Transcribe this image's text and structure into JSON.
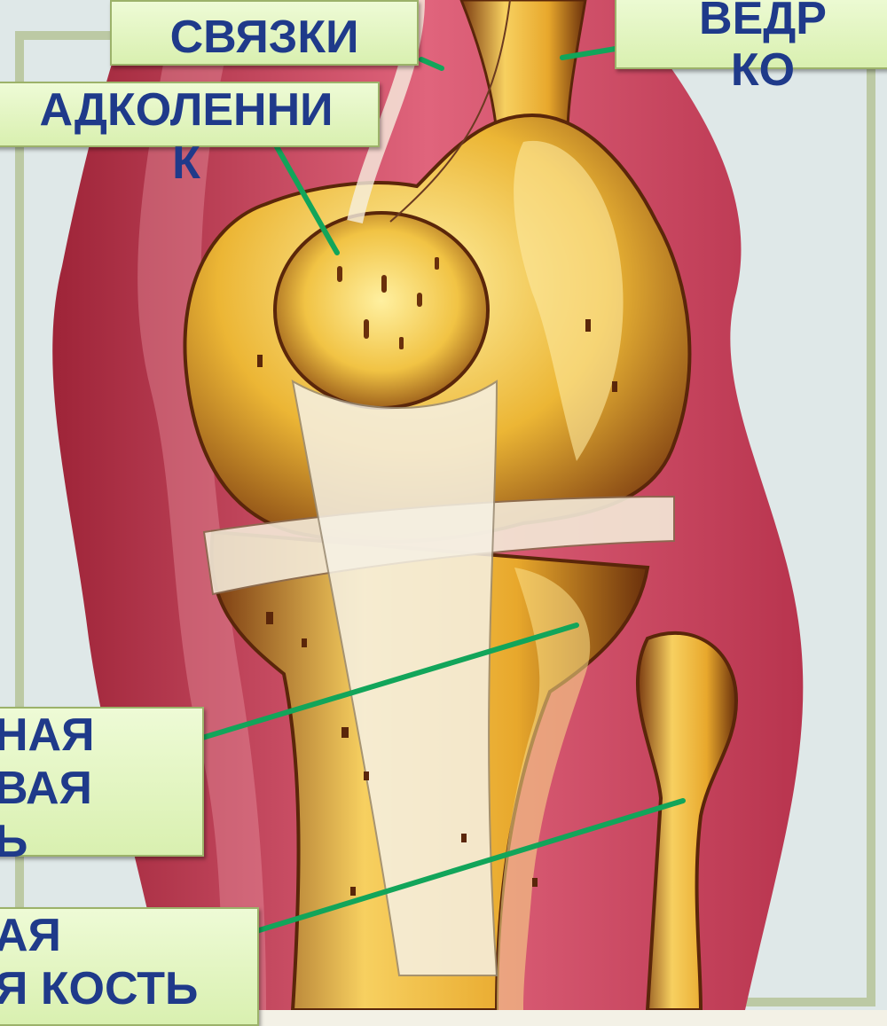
{
  "labels": {
    "ligaments": {
      "line1": "СВЯЗКИ"
    },
    "femur": {
      "line1": "ВЕДР",
      "line2": "КО"
    },
    "patella": {
      "line1": "АДКОЛЕННИ",
      "line2": "К"
    },
    "tibia": {
      "line1": "НАЯ",
      "line2": "ВАЯ",
      "line3": "Ь"
    },
    "fibula": {
      "line1": "АЯ",
      "line2": "Я КОСТЬ"
    }
  },
  "colors": {
    "label_bg": "#e4f5c2",
    "label_text": "#1f3a8a",
    "pointer_line": "#12a55a",
    "skin": "#c8405a",
    "bone": "#e9b83a",
    "background": "#dfe8e8"
  }
}
